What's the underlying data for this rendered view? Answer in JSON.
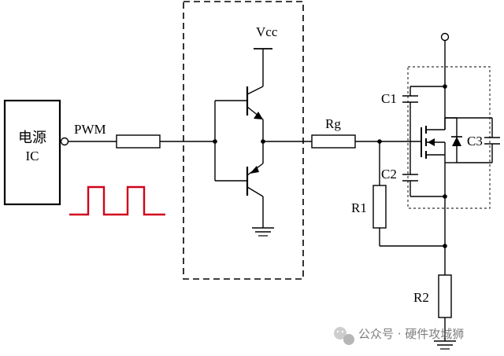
{
  "ic_block": {
    "line1": "电源",
    "line2": "IC"
  },
  "labels": {
    "pwm": "PWM",
    "vcc": "Vcc",
    "rg": "Rg",
    "r1": "R1",
    "r2": "R2",
    "c1": "C1",
    "c2": "C2",
    "c3": "C3"
  },
  "watermark": {
    "text": "公众号 · 硬件攻城狮"
  },
  "colors": {
    "pwm_waveform": "#d0021b",
    "wire": "#000000"
  }
}
